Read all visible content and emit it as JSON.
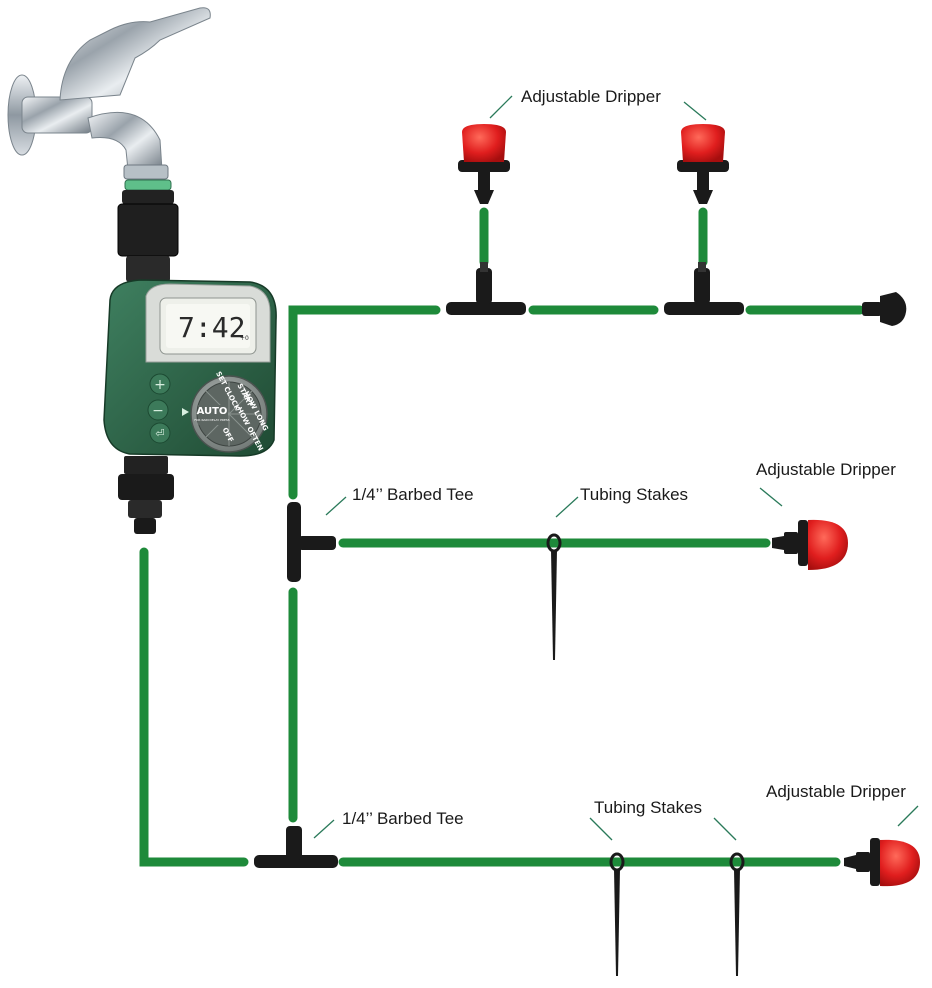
{
  "labels": {
    "dripper_top": "Adjustable Dripper",
    "dripper_mid": "Adjustable Dripper",
    "dripper_bottom": "Adjustable Dripper",
    "tee_mid": "1/4’’ Barbed Tee",
    "tee_bottom": "1/4’’ Barbed Tee",
    "stakes_mid": "Tubing Stakes",
    "stakes_bottom": "Tubing Stakes"
  },
  "timer": {
    "display_time": "7:42",
    "display_small": "+0",
    "dial_center": "AUTO",
    "dial_sub": "FOR RAIN DELAY PRESS",
    "dial_set_clock": "SET CLOCK",
    "dial_start": "START",
    "dial_how_long": "HOW LONG",
    "dial_how_often": "HOW OFTEN",
    "dial_off": "OFF",
    "btn_plus": "+",
    "btn_minus": "−",
    "btn_enter": "⏎"
  },
  "colors": {
    "tube": "#1e8a3a",
    "timer_body": "#2f6b4a",
    "timer_panel": "#d9dcd8",
    "dripper_red": "#e02020",
    "fitting_black": "#1a1a1a"
  }
}
